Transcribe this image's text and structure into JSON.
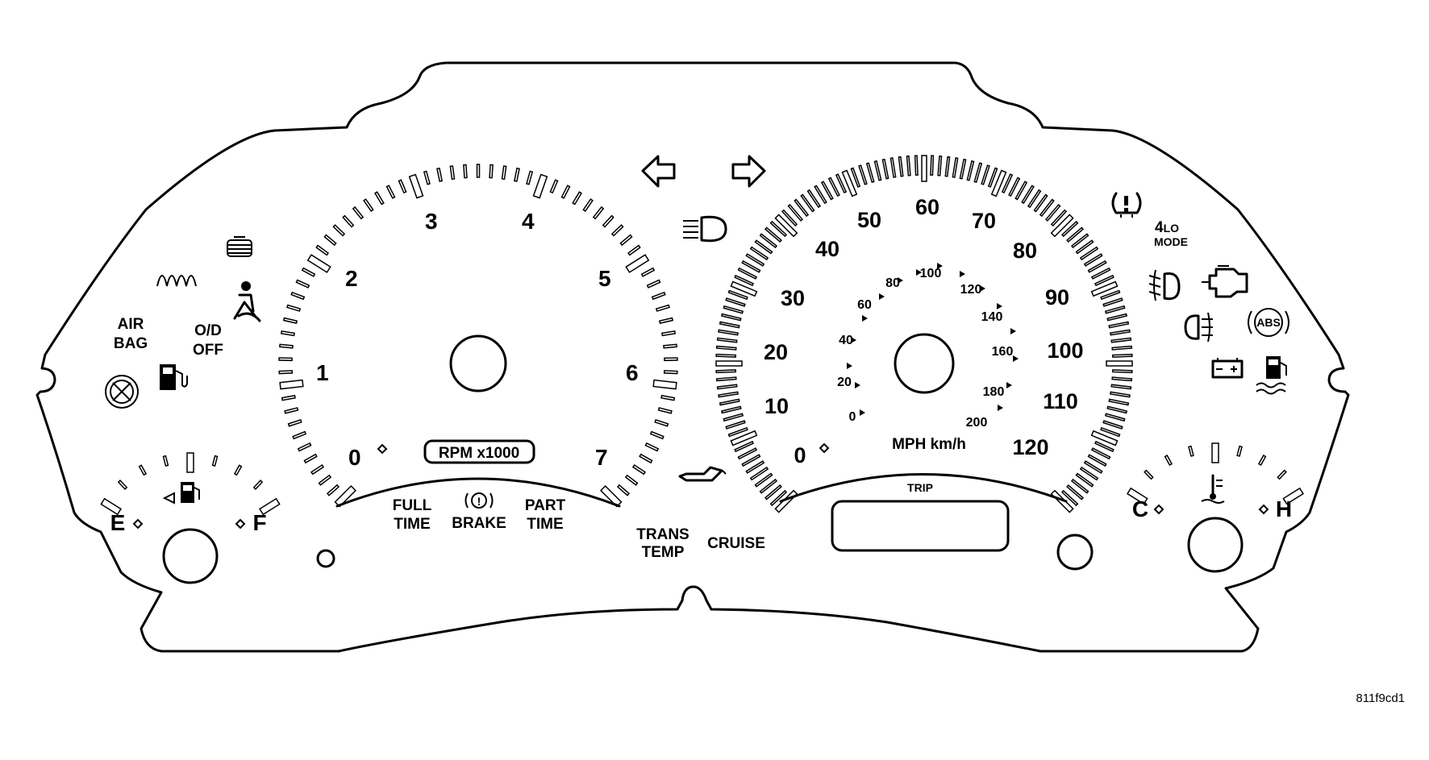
{
  "tachometer": {
    "numerals": [
      "0",
      "1",
      "2",
      "3",
      "4",
      "5",
      "6",
      "7"
    ],
    "unit_label": "RPM x1000",
    "range": [
      0,
      7
    ]
  },
  "speedometer": {
    "mph_numerals": [
      "0",
      "10",
      "20",
      "30",
      "40",
      "50",
      "60",
      "70",
      "80",
      "90",
      "100",
      "110",
      "120"
    ],
    "kmh_numerals": [
      "0",
      "20",
      "40",
      "60",
      "80",
      "100",
      "120",
      "140",
      "160",
      "180",
      "200"
    ],
    "unit_label": "MPH km/h",
    "mph_range": [
      0,
      120
    ],
    "kmh_range": [
      0,
      200
    ],
    "trip_label": "TRIP"
  },
  "fuel_gauge": {
    "empty_label": "E",
    "full_label": "F"
  },
  "temp_gauge": {
    "cold_label": "C",
    "hot_label": "H"
  },
  "indicators": {
    "air_bag": "AIR BAG",
    "od_off_line1": "O/D",
    "od_off_line2": "OFF",
    "full_time_line1": "FULL",
    "full_time_line2": "TIME",
    "brake": "BRAKE",
    "part_time_line1": "PART",
    "part_time_line2": "TIME",
    "trans_temp_line1": "TRANS",
    "trans_temp_line2": "TEMP",
    "cruise": "CRUISE",
    "four_lo": "4",
    "four_lo_sub": "LO",
    "mode": "MODE",
    "abs": "ABS",
    "brake_circle_glyph": "!"
  },
  "icons": [
    "left-turn-arrow-icon",
    "right-turn-arrow-icon",
    "high-beam-icon",
    "tire-pressure-icon",
    "check-engine-icon",
    "front-fog-icon",
    "rear-fog-icon",
    "abs-icon",
    "battery-icon",
    "fuel-water-icon",
    "seatbelt-icon",
    "coolant-temp-icon",
    "oil-can-icon",
    "glow-plug-icon",
    "wait-to-start-icon",
    "fuel-pump-icon",
    "airbag-icon"
  ],
  "figure_id": "811f9cd1"
}
